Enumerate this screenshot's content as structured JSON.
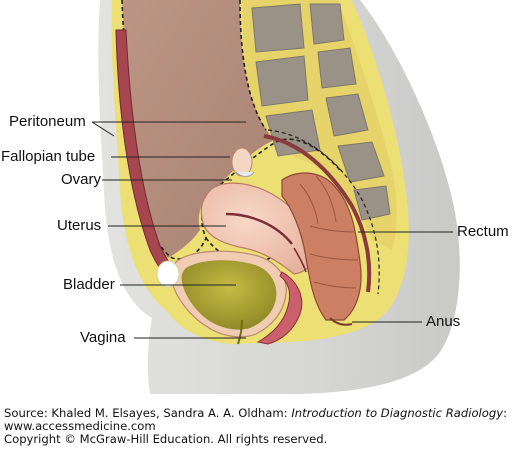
{
  "labels": {
    "peritoneum": "Peritoneum",
    "fallopian_tube": "Fallopian tube",
    "ovary": "Ovary",
    "uterus": "Uterus",
    "bladder": "Bladder",
    "vagina": "Vagina",
    "rectum": "Rectum",
    "anus": "Anus"
  },
  "credit": {
    "source_prefix": "Source: Khaled M. Elsayes, Sandra A. A. Oldham: ",
    "book_title": "Introduction to Diagnostic Radiology",
    "source_suffix": ":",
    "website": "www.accessmedicine.com",
    "copyright": "Copyright © McGraw-Hill Education. All rights reserved."
  },
  "colors": {
    "skin": "#d5d5d3",
    "fat": "#ecdf74",
    "abdominal_cavity": "#b48e7e",
    "uterus": "#f2c8b7",
    "bladder_wall": "#f0ccb3",
    "bladder_urine": "#b3a938",
    "rectum": "#cd7f63",
    "vertebrae": "#9a9286",
    "peritoneum_line": "#222222"
  }
}
